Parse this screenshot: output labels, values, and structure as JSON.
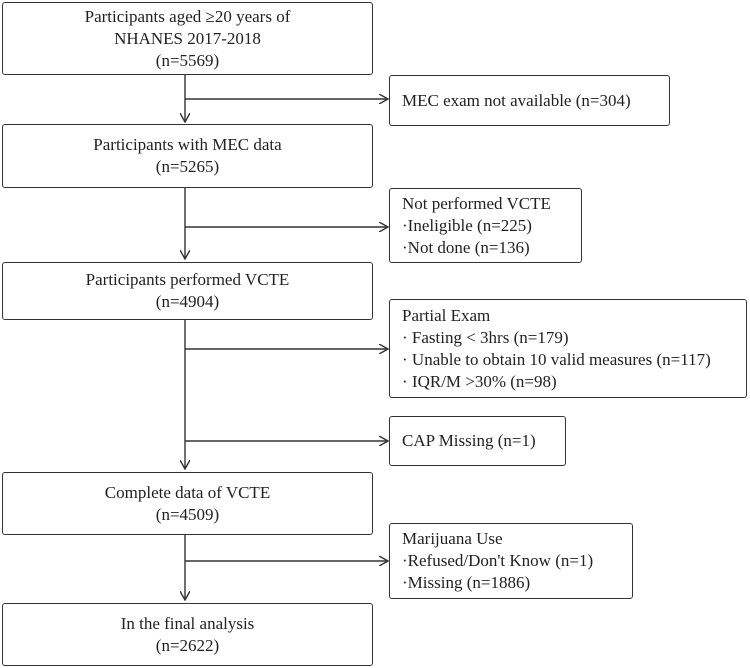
{
  "main_boxes": [
    {
      "lines": [
        "Participants aged ≥20 years of",
        "NHANES 2017-2018",
        "(n=5569)"
      ]
    },
    {
      "lines": [
        "Participants with MEC data",
        "(n=5265)"
      ]
    },
    {
      "lines": [
        "Participants performed VCTE",
        "(n=4904)"
      ]
    },
    {
      "lines": [
        "Complete data of VCTE",
        "(n=4509)"
      ]
    },
    {
      "lines": [
        "In the final analysis",
        "(n=2622)"
      ]
    }
  ],
  "side_boxes": [
    {
      "title": "MEC exam not available (n=304)",
      "items": []
    },
    {
      "title": "Not performed VCTE",
      "items": [
        "·Ineligible (n=225)",
        "·Not done (n=136)"
      ]
    },
    {
      "title": "Partial Exam",
      "items": [
        "· Fasting < 3hrs (n=179)",
        "· Unable to obtain 10 valid measures (n=117)",
        "· IQR/M >30% (n=98)"
      ]
    },
    {
      "title": "CAP Missing (n=1)",
      "items": []
    },
    {
      "title": "Marijuana Use",
      "items": [
        "·Refused/Don't Know (n=1)",
        "·Missing (n=1886)"
      ]
    }
  ]
}
